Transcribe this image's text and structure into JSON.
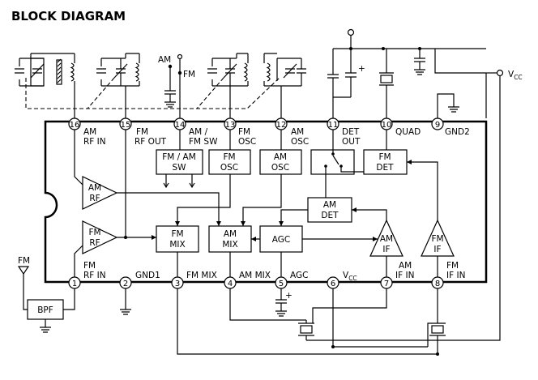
{
  "title": "BLOCK DIAGRAM",
  "pins": [
    {
      "num": "1",
      "name": [
        "FM",
        "RF IN"
      ]
    },
    {
      "num": "2",
      "name": [
        "GND1"
      ]
    },
    {
      "num": "3",
      "name": [
        "FM MIX"
      ]
    },
    {
      "num": "4",
      "name": [
        "AM MIX"
      ]
    },
    {
      "num": "5",
      "name": [
        "AGC"
      ]
    },
    {
      "num": "6",
      "name": [
        "V",
        "CC"
      ]
    },
    {
      "num": "7",
      "name": [
        "AM",
        "IF IN"
      ]
    },
    {
      "num": "8",
      "name": [
        "FM",
        "IF IN"
      ]
    },
    {
      "num": "9",
      "name": [
        "GND2"
      ]
    },
    {
      "num": "10",
      "name": [
        "QUAD"
      ]
    },
    {
      "num": "11",
      "name": [
        "DET",
        "OUT"
      ]
    },
    {
      "num": "12",
      "name": [
        "AM",
        "OSC"
      ]
    },
    {
      "num": "13",
      "name": [
        "FM",
        "OSC"
      ]
    },
    {
      "num": "14",
      "name": [
        "AM /",
        "FM SW"
      ]
    },
    {
      "num": "15",
      "name": [
        "FM",
        "RF OUT"
      ]
    },
    {
      "num": "16",
      "name": [
        "AM",
        "RF IN"
      ]
    }
  ],
  "blocks": {
    "fm_am_sw": [
      "FM / AM",
      "SW"
    ],
    "fm_osc": [
      "FM",
      "OSC"
    ],
    "am_osc": [
      "AM",
      "OSC"
    ],
    "fm_det": [
      "FM",
      "DET"
    ],
    "am_det": [
      "AM",
      "DET"
    ],
    "fm_mix": [
      "FM",
      "MIX"
    ],
    "am_mix": [
      "AM",
      "MIX"
    ],
    "agc": "AGC",
    "am_rf": [
      "AM",
      "RF"
    ],
    "fm_rf": [
      "FM",
      "RF"
    ],
    "am_if": [
      "AM",
      "IF"
    ],
    "fm_if": [
      "FM",
      "IF"
    ],
    "bpf": "BPF"
  },
  "external": {
    "am_label": "AM",
    "fm_label": "FM",
    "antenna_label": "FM",
    "vcc_main": "V",
    "vcc_sub": "CC",
    "plus_sign": "+"
  }
}
